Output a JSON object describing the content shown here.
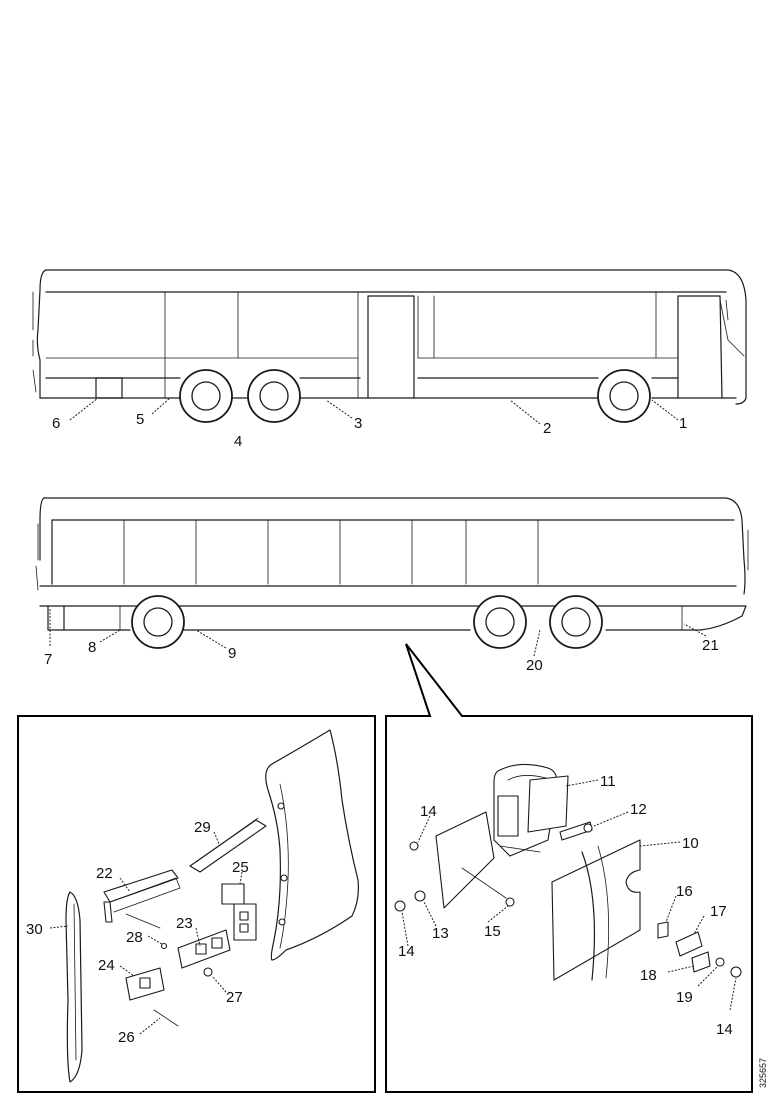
{
  "views": {
    "top_bus": {
      "callouts": [
        "6",
        "5",
        "4",
        "3",
        "2",
        "1"
      ]
    },
    "bottom_bus": {
      "callouts": [
        "7",
        "8",
        "9",
        "20",
        "21"
      ]
    },
    "left_detail": {
      "callouts": [
        "22",
        "29",
        "25",
        "23",
        "28",
        "24",
        "27",
        "26",
        "30"
      ]
    },
    "right_detail": {
      "callouts": [
        "14",
        "11",
        "12",
        "10",
        "13",
        "15",
        "14",
        "16",
        "17",
        "18",
        "19",
        "14"
      ]
    }
  },
  "document_number": "325657"
}
